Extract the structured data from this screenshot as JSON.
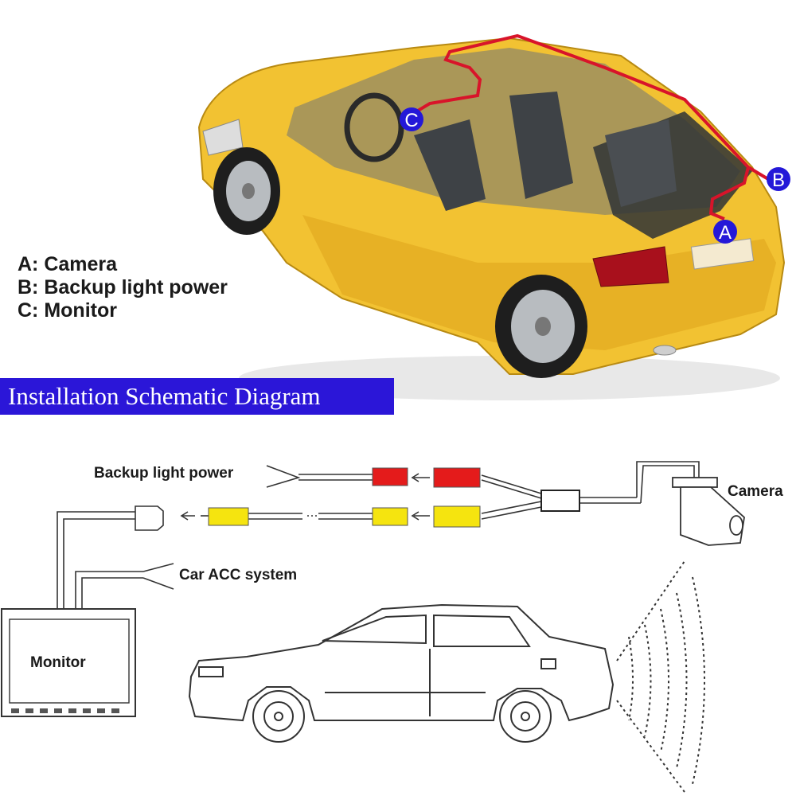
{
  "legend": {
    "a": "A: Camera",
    "b": "B: Backup light power",
    "c": "C: Monitor"
  },
  "markers": {
    "a": "A",
    "b": "B",
    "c": "C"
  },
  "banner": "Installation Schematic Diagram",
  "schematic": {
    "backup_light_power": "Backup light power",
    "camera": "Camera",
    "car_acc_system": "Car ACC system",
    "monitor": "Monitor"
  },
  "colors": {
    "car_body": "#f2c232",
    "wire_route": "#d8142a",
    "marker_fill": "#2418d8",
    "banner": "#2b16d8",
    "rca_red": "#e41b1b",
    "rca_yellow": "#f5e40f"
  }
}
